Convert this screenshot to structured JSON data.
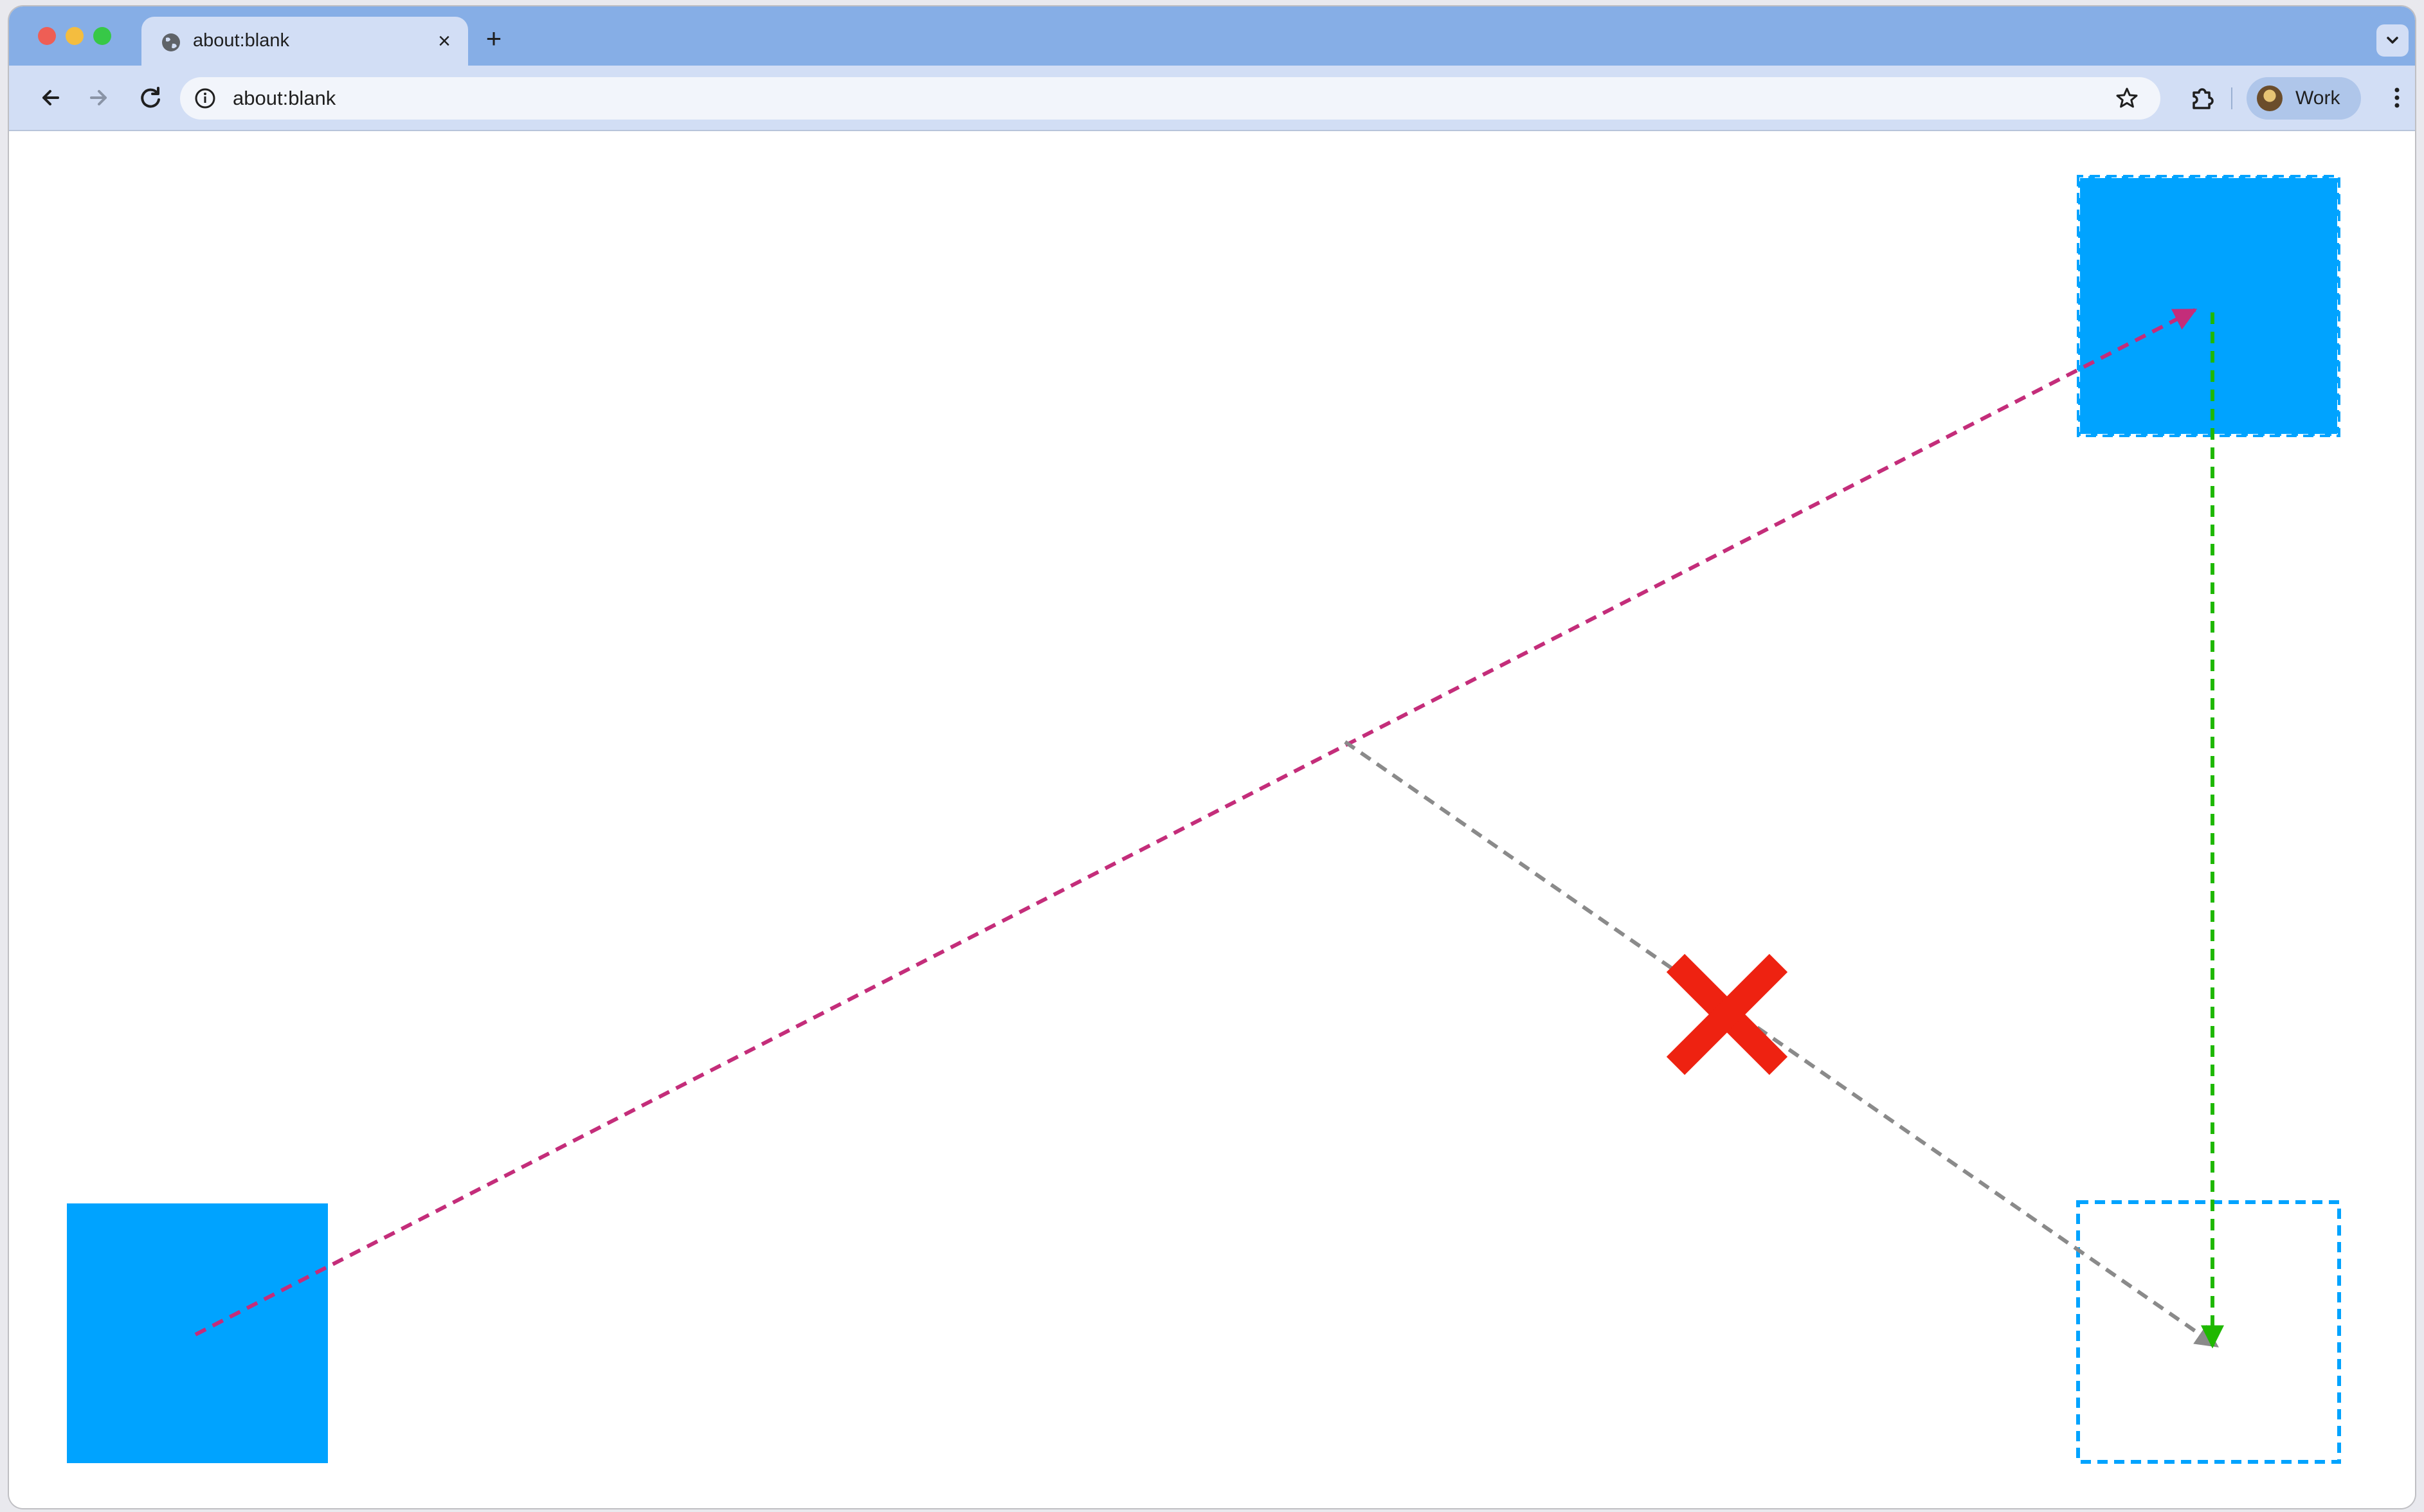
{
  "browser": {
    "tab": {
      "title": "about:blank",
      "close_icon": "close-icon",
      "favicon": "globe-icon"
    },
    "new_tab_icon": "plus-icon",
    "tab_search_icon": "chevron-down-icon",
    "toolbar": {
      "back_icon": "arrow-left-icon",
      "forward_icon": "arrow-right-icon",
      "reload_icon": "reload-icon",
      "url": "about:blank",
      "site_info_icon": "info-icon",
      "bookmark_icon": "star-icon",
      "extensions_icon": "puzzle-icon",
      "profile_label": "Work",
      "menu_icon": "kebab-menu-icon"
    }
  },
  "canvas": {
    "colors": {
      "square_fill": "#00a3ff",
      "target_outline": "#00a3ff",
      "magenta_arrow": "#c42d7a",
      "gray_arrow": "#8a8a8a",
      "green_arrow": "#1fb800",
      "cross": "#ee2211"
    },
    "description_items": [
      "source-square",
      "moved-square",
      "target-outline",
      "diagonal-drag-arrow",
      "rejected-drop-arrow",
      "vertical-drop-arrow",
      "cross-icon"
    ]
  }
}
